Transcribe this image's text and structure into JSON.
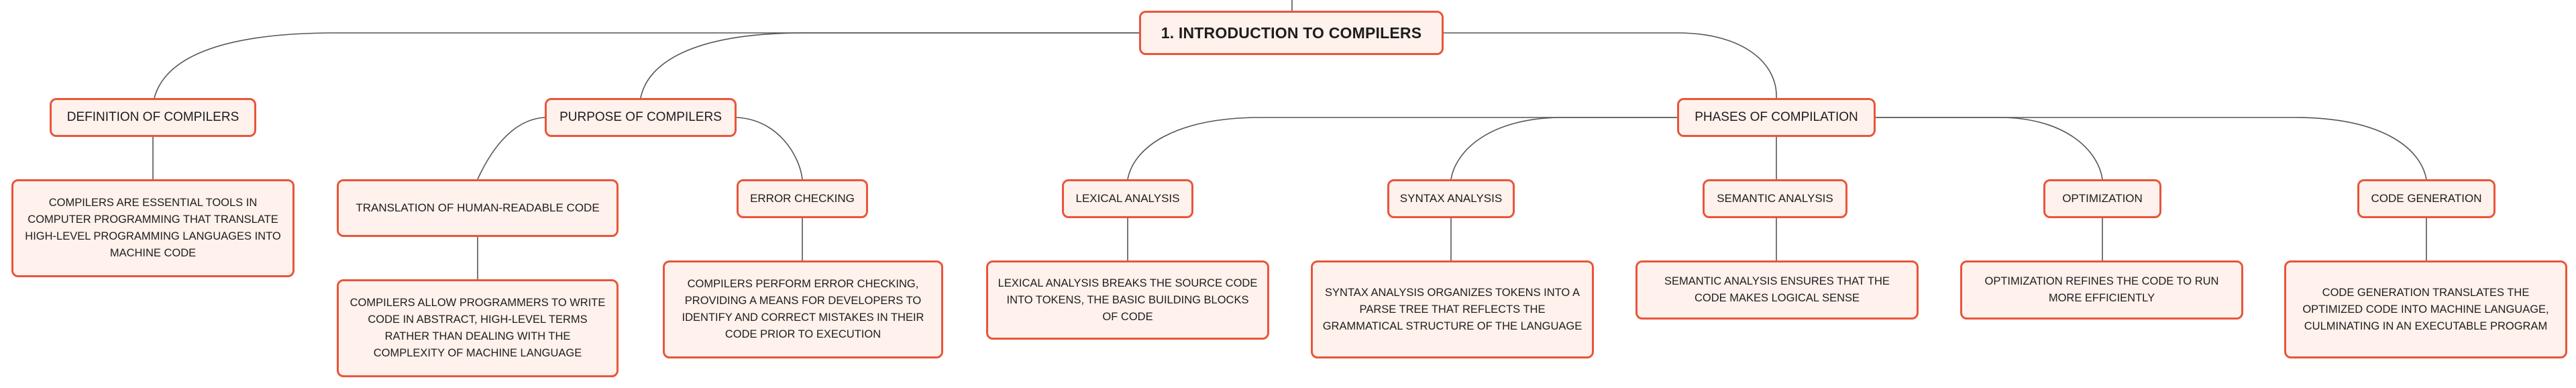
{
  "root": {
    "label": "1. INTRODUCTION TO COMPILERS"
  },
  "branches": {
    "definition": {
      "label": "DEFINITION OF COMPILERS",
      "detail": "COMPILERS ARE ESSENTIAL TOOLS IN COMPUTER PROGRAMMING THAT TRANSLATE HIGH-LEVEL PROGRAMMING LANGUAGES INTO MACHINE CODE"
    },
    "purpose": {
      "label": "PURPOSE OF COMPILERS",
      "children": [
        {
          "label": "TRANSLATION OF HUMAN-READABLE CODE",
          "detail": "COMPILERS ALLOW PROGRAMMERS TO WRITE CODE IN ABSTRACT, HIGH-LEVEL TERMS RATHER THAN DEALING WITH THE COMPLEXITY OF MACHINE LANGUAGE"
        },
        {
          "label": "ERROR CHECKING",
          "detail": "COMPILERS PERFORM ERROR CHECKING, PROVIDING A MEANS FOR DEVELOPERS TO IDENTIFY AND CORRECT MISTAKES IN THEIR CODE PRIOR TO EXECUTION"
        }
      ]
    },
    "phases": {
      "label": "PHASES OF COMPILATION",
      "children": [
        {
          "label": "LEXICAL ANALYSIS",
          "detail": "LEXICAL ANALYSIS BREAKS THE SOURCE CODE INTO TOKENS, THE BASIC BUILDING BLOCKS OF CODE"
        },
        {
          "label": "SYNTAX ANALYSIS",
          "detail": "SYNTAX ANALYSIS ORGANIZES TOKENS INTO A PARSE TREE THAT REFLECTS THE GRAMMATICAL STRUCTURE OF THE LANGUAGE"
        },
        {
          "label": "SEMANTIC ANALYSIS",
          "detail": "SEMANTIC ANALYSIS ENSURES THAT THE CODE MAKES LOGICAL SENSE"
        },
        {
          "label": "OPTIMIZATION",
          "detail": "OPTIMIZATION REFINES THE CODE TO RUN MORE EFFICIENTLY"
        },
        {
          "label": "CODE GENERATION",
          "detail": "CODE GENERATION TRANSLATES THE OPTIMIZED CODE INTO MACHINE LANGUAGE, CULMINATING IN AN EXECUTABLE PROGRAM"
        }
      ]
    }
  },
  "colors": {
    "border": "#e8553b",
    "fill": "#fff1ec",
    "line": "#555555"
  }
}
